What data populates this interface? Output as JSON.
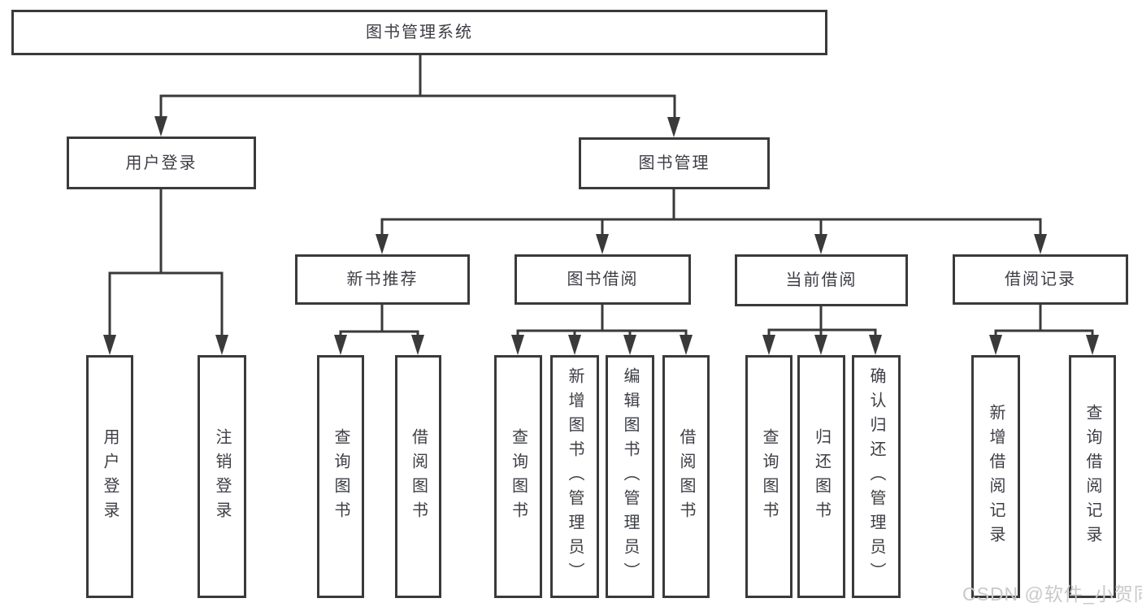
{
  "nodes": {
    "root": "图书管理系统",
    "user_login": "用户登录",
    "book_management": "图书管理",
    "new_book_recommend": "新书推荐",
    "book_borrow": "图书借阅",
    "current_borrow": "当前借阅",
    "borrow_records": "借阅记录",
    "leaf_user_login": "用户登录",
    "leaf_logout": "注销登录",
    "nb_query_books": "查询图书",
    "nb_borrow_books": "借阅图书",
    "bb_query_books": "查询图书",
    "bb_add_books": "新增图书（管理员）",
    "bb_edit_books": "编辑图书（管理员）",
    "bb_borrow_books": "借阅图书",
    "cb_query_books": "查询图书",
    "cb_return_books": "归还图书",
    "cb_confirm_return": "确认归还（管理员）",
    "br_add_record": "新增借阅记录",
    "br_query_record": "查询借阅记录"
  },
  "watermark": "CSDN @软件_小贺同学",
  "colors": {
    "line": "#3a3a3a",
    "text": "#3d3e44",
    "watermark": "#c9c9c9",
    "background": "#ffffff"
  }
}
